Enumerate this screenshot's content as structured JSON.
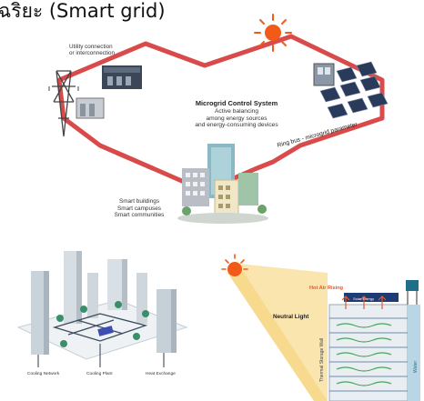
{
  "title": "ฉริยะ (Smart grid)",
  "top_diagram": {
    "utility_label_line1": "Utility connection",
    "utility_label_line2": "or interconnection",
    "center_title": "Microgrid Control System",
    "center_line1": "Active balancing",
    "center_line2": "among energy sources",
    "center_line3": "and energy-consuming devices",
    "ring_label": "Ring bus - microgrid parameter",
    "smart_line1": "Smart buildings",
    "smart_line2": "Smart campuses",
    "smart_line3": "Smart communities"
  },
  "bottom_left": {
    "label1": "Cooling Network",
    "label2": "Cooling Plant",
    "label3": "Heat Exchange"
  },
  "bottom_right": {
    "hot_air": "Hot Air Rising",
    "solar": "Solar Energy",
    "neutral_light": "Neutral Light",
    "thermal": "Thermal Storage Wall",
    "water": "Water"
  },
  "colors": {
    "ring": "#d94a4a",
    "sun": "#f25a1a",
    "sky_beam": "#f7d37a",
    "panel": "#2a3a5a"
  }
}
